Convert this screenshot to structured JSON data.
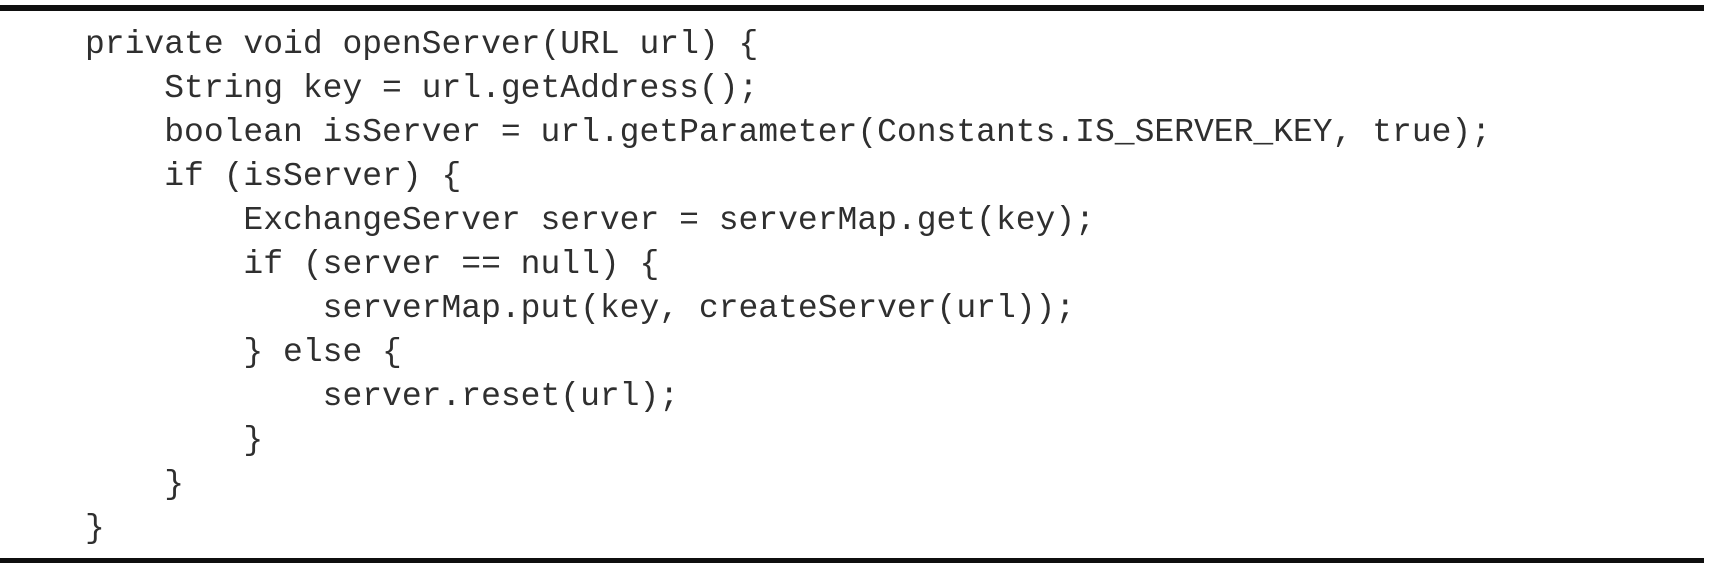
{
  "listing": {
    "lines": [
      "private void openServer(URL url) {",
      "    String key = url.getAddress();",
      "    boolean isServer = url.getParameter(Constants.IS_SERVER_KEY, true);",
      "    if (isServer) {",
      "        ExchangeServer server = serverMap.get(key);",
      "        if (server == null) {",
      "            serverMap.put(key, createServer(url));",
      "        } else {",
      "            server.reset(url);",
      "        }",
      "    }",
      "}"
    ]
  },
  "colors": {
    "text": "#2f2f2f",
    "rule": "#0f0f0f",
    "background": "#ffffff"
  }
}
